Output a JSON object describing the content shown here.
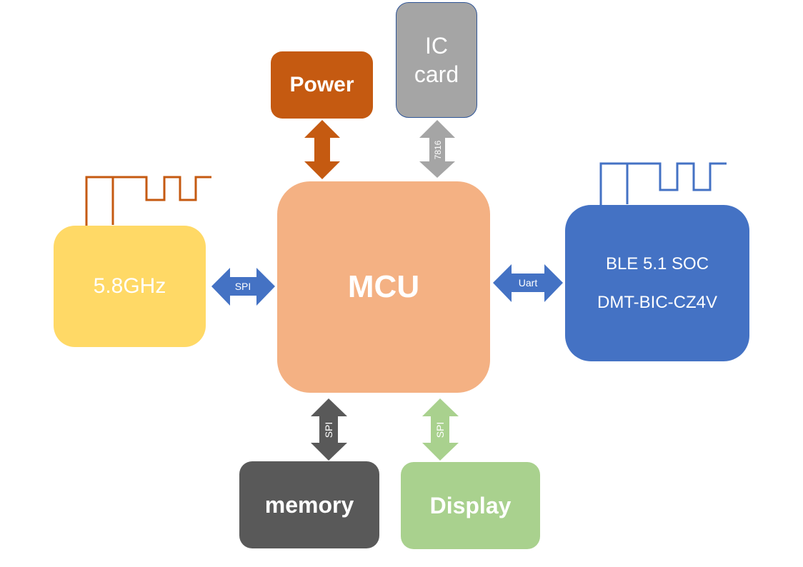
{
  "diagram": {
    "nodes": {
      "mcu": {
        "label": "MCU",
        "color": "#F4B183"
      },
      "power": {
        "label": "Power",
        "color": "#C55A11"
      },
      "ic_card": {
        "line1": "IC",
        "line2": "card",
        "color": "#A5A5A5",
        "border": "#2F5597"
      },
      "rf": {
        "label": "5.8GHz",
        "color": "#FFD966"
      },
      "ble": {
        "line1": "BLE 5.1 SOC",
        "line2": "DMT-BIC-CZ4V",
        "color": "#4472C4"
      },
      "memory": {
        "label": "memory",
        "color": "#595959"
      },
      "display": {
        "label": "Display",
        "color": "#A9D18E"
      }
    },
    "links": {
      "power": {
        "label": "",
        "color": "#C55A11"
      },
      "ic_card": {
        "label": "7816",
        "color": "#A5A5A5"
      },
      "rf": {
        "label": "SPI",
        "color": "#4472C4"
      },
      "ble": {
        "label": "Uart",
        "color": "#4472C4"
      },
      "memory": {
        "label": "SPI",
        "color": "#595959"
      },
      "display": {
        "label": "SPI",
        "color": "#A9D18E"
      }
    },
    "antennas": {
      "rf": {
        "color": "#C55A11"
      },
      "ble": {
        "color": "#4472C4"
      }
    }
  }
}
